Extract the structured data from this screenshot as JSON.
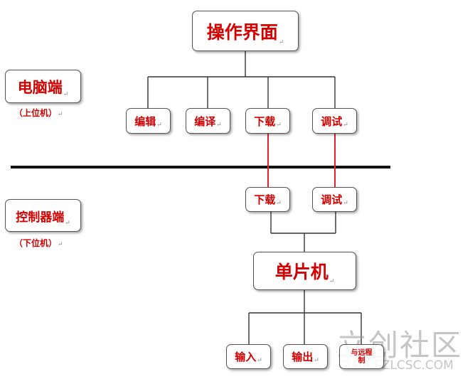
{
  "nodes": {
    "ui": "操作界面",
    "pc": "电脑端",
    "pc_sub": "（上位机）",
    "edit": "编辑",
    "compile": "编译",
    "download_top": "下载",
    "debug_top": "调试",
    "controller": "控制器端",
    "controller_sub": "（下位机）",
    "download_bottom": "下载",
    "debug_bottom": "调试",
    "mcu": "单片机",
    "input": "输入",
    "output": "输出",
    "remote_control": "与远程\n制"
  },
  "return_mark": "↵",
  "watermark": {
    "brand": "立创社区",
    "url": "CLUB.SZLCSC.COM"
  },
  "colors": {
    "label_red": "#d40000",
    "link_red": "#e0202a",
    "line": "#333333",
    "divider": "#111111"
  }
}
